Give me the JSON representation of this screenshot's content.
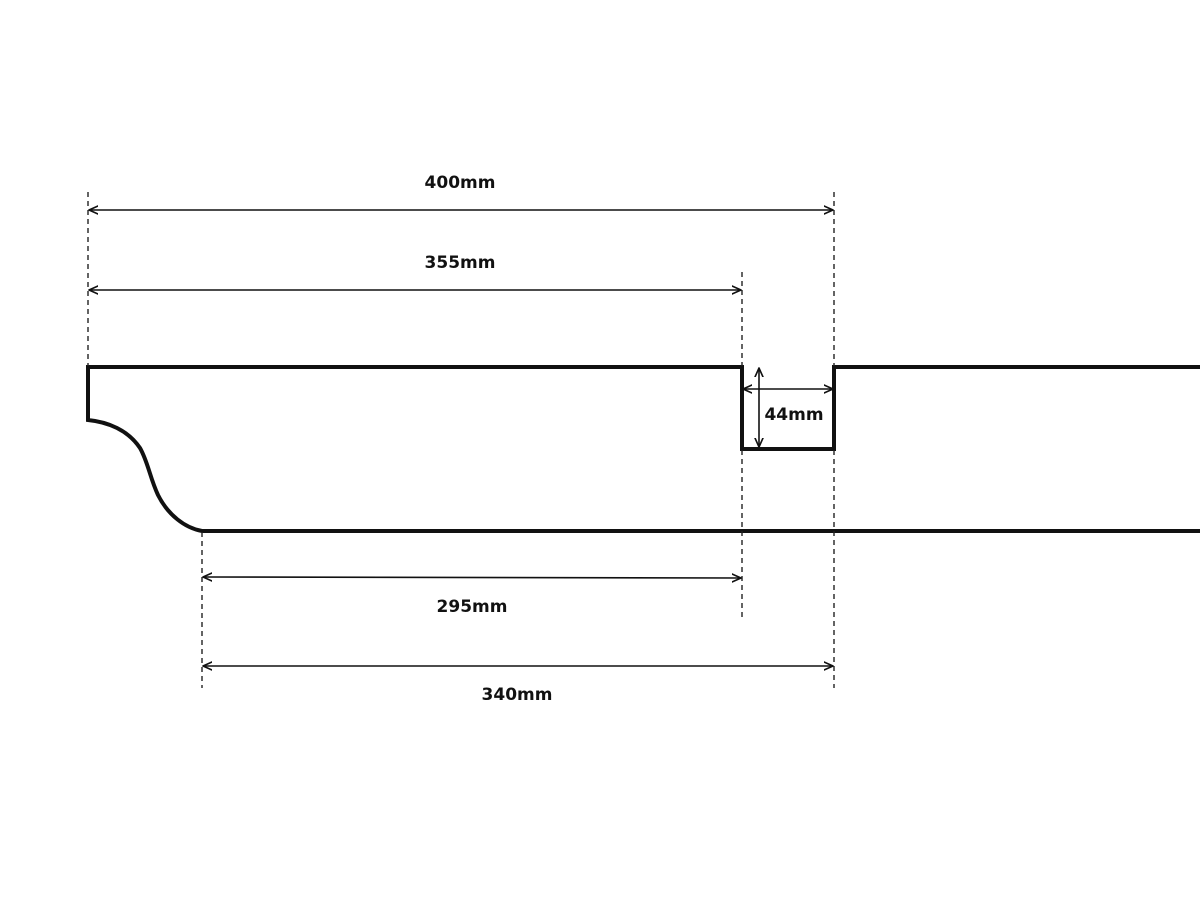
{
  "diagram": {
    "dimensions": {
      "overall_top": "400mm",
      "to_notch_top": "355mm",
      "notch_depth": "44mm",
      "to_notch_bottom": "295mm",
      "overall_bottom": "340mm"
    },
    "colors": {
      "line": "#111111",
      "background": "#ffffff"
    }
  }
}
